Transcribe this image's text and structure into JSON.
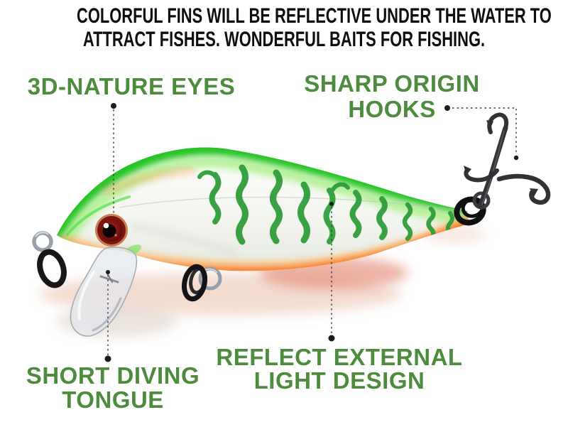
{
  "headline": {
    "line1": "COLORFUL FINS WILL BE REFLECTIVE UNDER THE WATER TO",
    "line2": "ATTRACT FISHES. WONDERFUL BAITS FOR FISHING."
  },
  "callouts": {
    "eyes": {
      "label": "3D-NATURE EYES"
    },
    "hooks": {
      "line1": "SHARP ORIGIN",
      "line2": "HOOKS"
    },
    "tongue": {
      "line1": "SHORT DIVING",
      "line2": "TONGUE"
    },
    "reflect": {
      "line1": "REFLECT EXTERNAL",
      "line2": "LIGHT DESIGN"
    }
  },
  "colors": {
    "background": "#ffffff",
    "headline_text": "#0e0e0e",
    "label_green": "#4d8b3d",
    "body_back_green": "#27c427",
    "body_belly_orange": "#ff7518",
    "body_pearl": "#f2f4ee",
    "stripe_green": "#2f9d3a",
    "eye_red": "#7c1410",
    "hook_black": "#313136",
    "ring_silver": "#9ba1aa",
    "callout_line": "#3f3f3f"
  }
}
